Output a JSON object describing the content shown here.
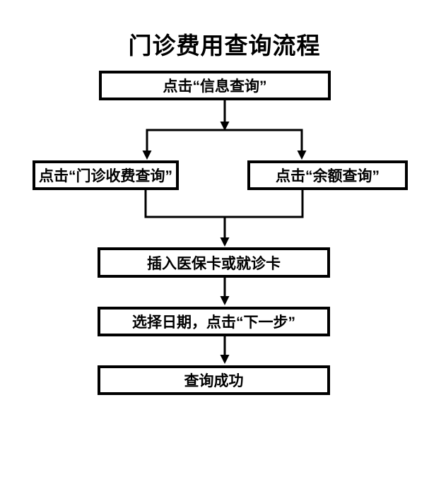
{
  "title": "门诊费用查询流程",
  "colors": {
    "line": "#000000",
    "background": "#ffffff",
    "text": "#000000"
  },
  "flowchart": {
    "type": "flowchart",
    "direction": "top-down",
    "nodes": [
      {
        "id": "info-query",
        "label": "点击“信息查询”"
      },
      {
        "id": "outpatient-fee-query",
        "label": "点击“门诊收费查询”"
      },
      {
        "id": "balance-query",
        "label": "点击“余额查询”"
      },
      {
        "id": "insert-card",
        "label": "插入医保卡或就诊卡"
      },
      {
        "id": "select-date-next",
        "label": "选择日期，点击“下一步”"
      },
      {
        "id": "query-success",
        "label": "查询成功"
      }
    ],
    "edges": [
      {
        "from": "info-query",
        "to": "outpatient-fee-query"
      },
      {
        "from": "info-query",
        "to": "balance-query"
      },
      {
        "from": "outpatient-fee-query",
        "to": "insert-card"
      },
      {
        "from": "balance-query",
        "to": "insert-card"
      },
      {
        "from": "insert-card",
        "to": "select-date-next"
      },
      {
        "from": "select-date-next",
        "to": "query-success"
      }
    ]
  }
}
